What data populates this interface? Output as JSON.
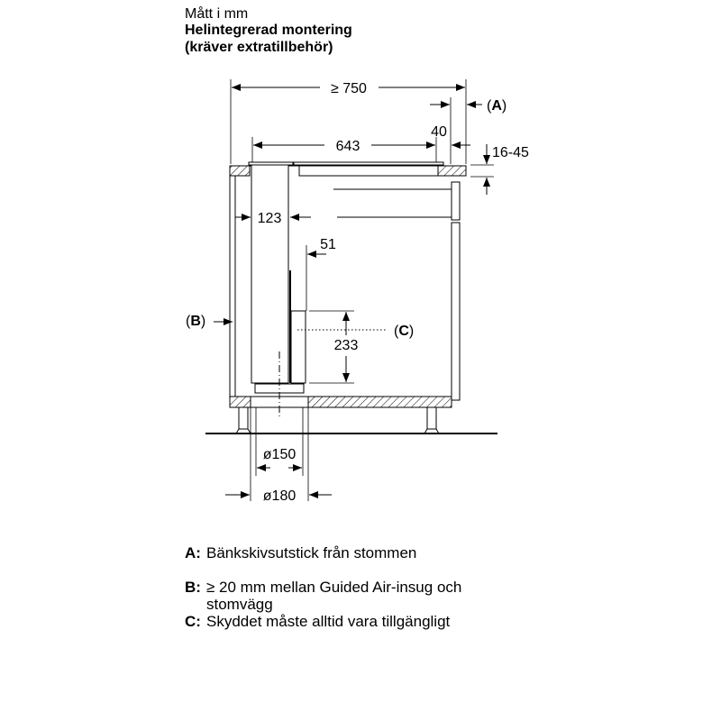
{
  "header": {
    "units": "Mått i mm",
    "title": "Helintegrerad montering",
    "subtitle": "(kräver extratillbehör)"
  },
  "dimensions": {
    "total_depth": "≥ 750",
    "hob_depth": "643",
    "overhang": "40",
    "worktop_thickness": "16-45",
    "column_width": "123",
    "gap": "51",
    "cover_height": "233",
    "inner_diameter": "ø150",
    "outer_diameter": "ø180"
  },
  "callouts": {
    "a": "A",
    "b": "B",
    "c": "C"
  },
  "legend": [
    {
      "key": "A:",
      "text": "Bänkskivsutstick från stommen"
    },
    {
      "key": "B:",
      "text": "≥ 20 mm mellan Guided Air-insug och stomvägg"
    },
    {
      "key": "C:",
      "text": "Skyddet måste alltid vara tillgängligt"
    }
  ]
}
